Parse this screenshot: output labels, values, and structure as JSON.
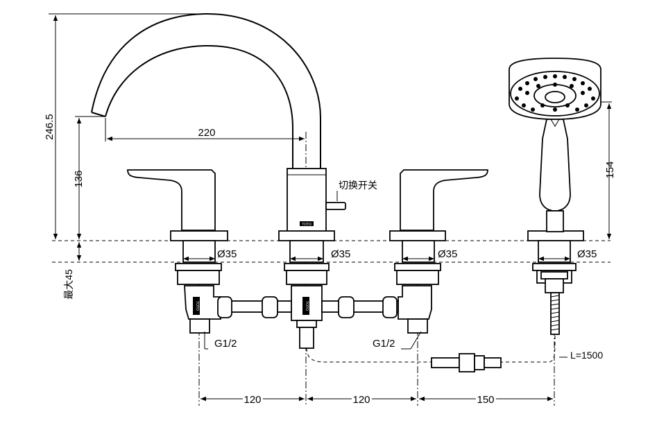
{
  "dimensions": {
    "total_height": "246.5",
    "spout_height": "136",
    "spout_reach": "220",
    "handshower_height": "154",
    "max_deck": "最大45",
    "hole_left": "Ø35",
    "hole_center": "Ø35",
    "hole_right": "Ø35",
    "hole_shower": "Ø35",
    "spacing_left": "120",
    "spacing_right": "120",
    "spacing_shower": "150",
    "thread_left": "G1/2",
    "thread_right": "G1/2",
    "hose_length": "L=1500"
  },
  "labels": {
    "diverter": "切换开关",
    "brand_body": "TOTO",
    "brand_pipe_left": "TOTO",
    "brand_pipe_center": "TOTO"
  }
}
